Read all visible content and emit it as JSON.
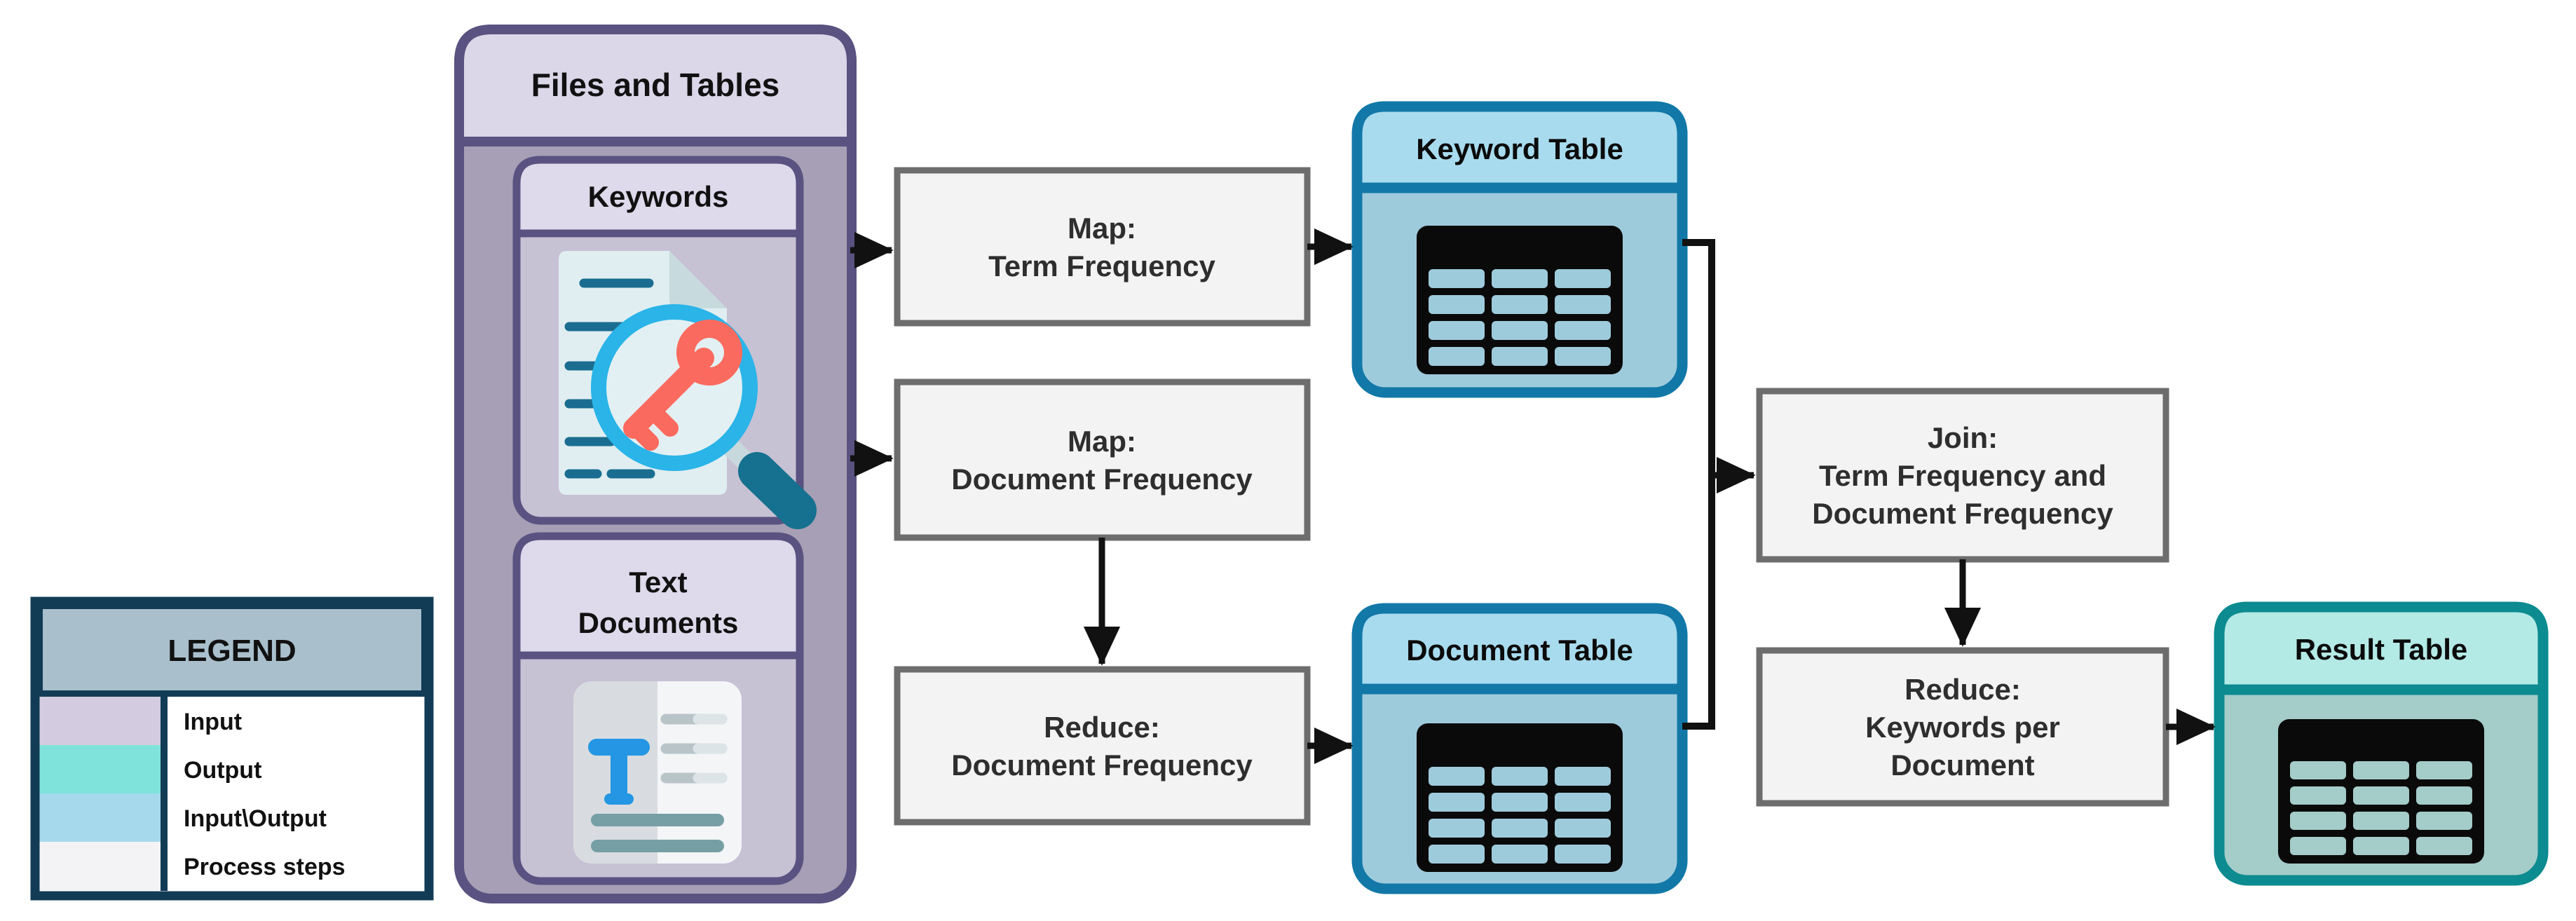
{
  "legend": {
    "header": "LEGEND",
    "items": [
      {
        "label": "Input",
        "color": "#d3cce0"
      },
      {
        "label": "Output",
        "color": "#7fe3dc"
      },
      {
        "label": "Input\\Output",
        "color": "#a6d9eb"
      },
      {
        "label": "Process steps",
        "color": "#f3f3f6"
      }
    ]
  },
  "inputs": {
    "group_title": "Files and Tables",
    "keywords_title": "Keywords",
    "text_documents_title_lines": [
      "Text",
      "Documents"
    ]
  },
  "processes": {
    "map_tf": {
      "lines": [
        "Map:",
        "Term Frequency"
      ]
    },
    "map_df": {
      "lines": [
        "Map:",
        "Document Frequency"
      ]
    },
    "reduce_df": {
      "lines": [
        "Reduce:",
        "Document Frequency"
      ]
    },
    "join": {
      "lines": [
        "Join:",
        "Term Frequency and",
        "Document Frequency"
      ]
    },
    "reduce_kpd": {
      "lines": [
        "Reduce:",
        "Keywords per",
        "Document"
      ]
    }
  },
  "tables": {
    "keyword": {
      "title": "Keyword Table"
    },
    "document": {
      "title": "Document Table"
    },
    "result": {
      "title": "Result Table"
    }
  },
  "flows": [
    {
      "from": "files-and-tables",
      "to": "map-term-frequency"
    },
    {
      "from": "files-and-tables",
      "to": "map-document-frequency"
    },
    {
      "from": "map-term-frequency",
      "to": "keyword-table"
    },
    {
      "from": "map-document-frequency",
      "to": "reduce-document-frequency"
    },
    {
      "from": "reduce-document-frequency",
      "to": "document-table"
    },
    {
      "from": "keyword-table",
      "to": "join-tf-df"
    },
    {
      "from": "document-table",
      "to": "join-tf-df"
    },
    {
      "from": "join-tf-df",
      "to": "reduce-keywords-per-document"
    },
    {
      "from": "reduce-keywords-per-document",
      "to": "result-table"
    }
  ],
  "icons": {
    "keywords": "document-key-magnifier-icon",
    "text_documents": "text-document-icon",
    "tables": "table-grid-icon"
  },
  "colors": {
    "legend_border": "#123c55",
    "legend_header_fill": "#a9bfcc",
    "input_border": "#5a5280",
    "input_header_fill": "#dbd7e8",
    "input_body_fill": "#a79fb5",
    "input_inner_fill": "#c7c1d4",
    "io_border": "#1278a8",
    "io_header_fill": "#a8dbee",
    "io_body_fill": "#9ecbdc",
    "output_border": "#0c8b90",
    "output_header_fill": "#b4eae6",
    "output_body_fill": "#a4ccc9",
    "process_fill": "#f3f3f3",
    "process_border": "#6d6d6d",
    "arrow": "#111111"
  }
}
